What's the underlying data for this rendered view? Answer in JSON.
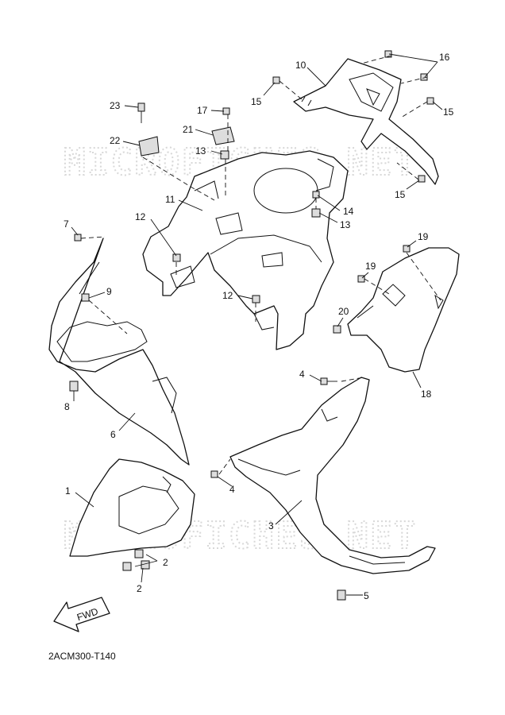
{
  "watermark_text": "MICROFICHES.NET",
  "diagram_code": "2ACM300-T140",
  "fwd_label": "FWD",
  "callouts": {
    "c1": "1",
    "c2a": "2",
    "c2b": "2",
    "c3": "3",
    "c4a": "4",
    "c4b": "4",
    "c5": "5",
    "c6": "6",
    "c7": "7",
    "c8": "8",
    "c9": "9",
    "c10": "10",
    "c11": "11",
    "c12a": "12",
    "c12b": "12",
    "c13a": "13",
    "c13b": "13",
    "c14": "14",
    "c15a": "15",
    "c15b": "15",
    "c15c": "15",
    "c16": "16",
    "c17": "17",
    "c18": "18",
    "c19a": "19",
    "c19b": "19",
    "c20": "20",
    "c21": "21",
    "c22": "22",
    "c23": "23"
  }
}
